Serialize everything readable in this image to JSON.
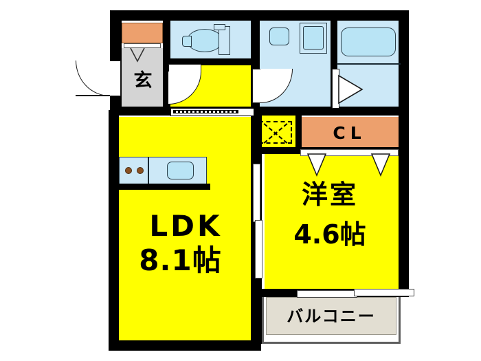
{
  "plan": {
    "title": "間取り図",
    "rooms": [
      {
        "key": "ldk",
        "name_line1": "LDK",
        "name_line2": "8.1帖",
        "area_jo": 8.1,
        "color": "#ffff00"
      },
      {
        "key": "yoshitsu",
        "name_line1": "洋室",
        "name_line2": "4.6帖",
        "area_jo": 4.6,
        "color": "#ffff00"
      },
      {
        "key": "genkan",
        "name_line1": "玄",
        "name_line2": "",
        "area_jo": null,
        "color": "#d4d4d4"
      },
      {
        "key": "closet",
        "name_line1": "CL",
        "name_line2": "",
        "area_jo": null,
        "color": "#eda06d"
      },
      {
        "key": "balcony",
        "name_line1": "バルコニー",
        "name_line2": "",
        "area_jo": null,
        "color": "#e2ded2"
      }
    ],
    "labels": {
      "ldk": "LDK",
      "ldk_area": "8.1帖",
      "yoshitsu": "洋室",
      "yoshitsu_area": "4.6帖",
      "genkan": "玄",
      "closet": "CL",
      "balcony": "バルコニー"
    },
    "fixtures": [
      {
        "key": "toilet",
        "name": "toilet-fixture",
        "room": "wc"
      },
      {
        "key": "toilet-tank",
        "name": "toilet-tank-fixture",
        "room": "wc"
      },
      {
        "key": "washbasin",
        "name": "washbasin-fixture",
        "room": "washroom"
      },
      {
        "key": "washer-space",
        "name": "washer-space",
        "room": "washroom"
      },
      {
        "key": "bathtub",
        "name": "bathtub-fixture",
        "room": "bath"
      },
      {
        "key": "kitchen-sink",
        "name": "kitchen-sink-fixture",
        "room": "ldk"
      },
      {
        "key": "kitchen-stove",
        "name": "stove-burners",
        "room": "ldk"
      },
      {
        "key": "shoe-cabinet",
        "name": "shoe-cabinet",
        "room": "genkan"
      },
      {
        "key": "access-panel",
        "name": "access-panel",
        "room": "hall"
      }
    ],
    "colors": {
      "wall": "#000000",
      "living": "#ffff00",
      "water": "#cce8f7",
      "water_fixture": "#b9e4f5",
      "entrance": "#d4d4d4",
      "closet": "#eda06d",
      "balcony": "#e2ded2",
      "background": "#ffffff"
    }
  }
}
